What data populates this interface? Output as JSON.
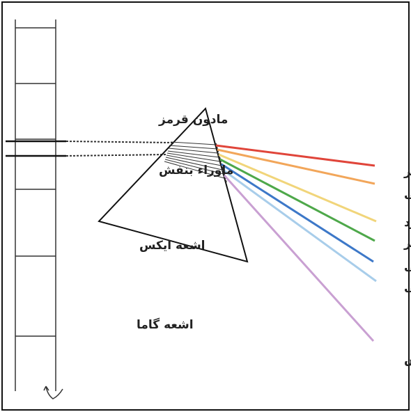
{
  "left_labels": {
    "infrared": "مادون قرمز",
    "ultraviolet": "ماوراء بنفش",
    "xray": "اشعه ایکس",
    "gamma": "اشعه گاما"
  },
  "spectrum": [
    {
      "label": "قرمز",
      "color": "#e0453a"
    },
    {
      "label": "نارنجی",
      "color": "#f2a65a"
    },
    {
      "label": "زرد",
      "color": "#f1d57a"
    },
    {
      "label": "سبز",
      "color": "#4ea84a"
    },
    {
      "label": "آبی",
      "color": "#3d78c8"
    },
    {
      "label": "نیلی",
      "color": "#a8cdea"
    },
    {
      "label": "بنفش",
      "color": "#c9a0d2"
    }
  ],
  "colors": {
    "ink": "#1a1a1a",
    "frame": "#111111"
  }
}
